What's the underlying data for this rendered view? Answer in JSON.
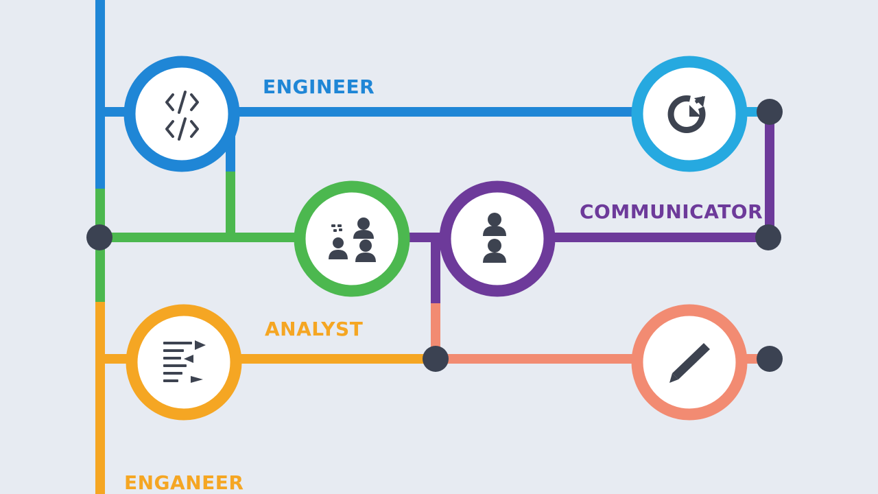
{
  "colors": {
    "background": "#e7ebf2",
    "blue": "#1f86d6",
    "light_blue": "#26a9e0",
    "green": "#4cb84f",
    "purple": "#6d3a9a",
    "orange": "#f5a623",
    "salmon": "#f28b72",
    "node_dot": "#3b4252",
    "icon": "#3d4350"
  },
  "labels": {
    "engineer": "ENGINEER",
    "communicator": "COMMUNICATOR",
    "analyst": "ANALYST",
    "enganeer": "ENGANEER"
  },
  "nodes": [
    {
      "id": "code",
      "ring_color": "blue",
      "icon": "code-icon"
    },
    {
      "id": "refresh",
      "ring_color": "light_blue",
      "icon": "refresh-chart-icon"
    },
    {
      "id": "team",
      "ring_color": "green",
      "icon": "team-icon"
    },
    {
      "id": "person",
      "ring_color": "purple",
      "icon": "person-icon"
    },
    {
      "id": "document",
      "ring_color": "orange",
      "icon": "document-list-icon"
    },
    {
      "id": "pencil",
      "ring_color": "salmon",
      "icon": "pencil-icon"
    }
  ]
}
